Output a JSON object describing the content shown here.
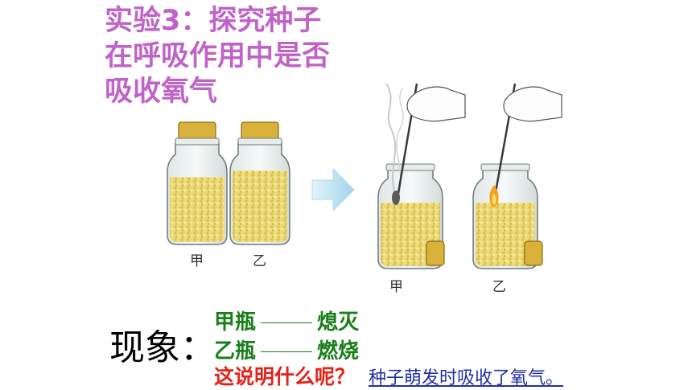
{
  "title": {
    "line1": "实验3：探究种子",
    "line2": "在呼吸作用中是否",
    "line3": "吸收氧气"
  },
  "labels": {
    "jar_a": "甲",
    "jar_b": "乙"
  },
  "phenomenon": {
    "label": "现象：",
    "line1": {
      "bottle": "甲瓶",
      "result": "熄灭"
    },
    "line2": {
      "bottle": "乙瓶",
      "result": "燃烧"
    }
  },
  "question": "这说明什么呢？",
  "answer": "种子萌发时吸收了氧气。",
  "colors": {
    "title": "#c063c8",
    "observation": "#1a7f1a",
    "question": "#e2231a",
    "answer": "#1f2fa8"
  }
}
